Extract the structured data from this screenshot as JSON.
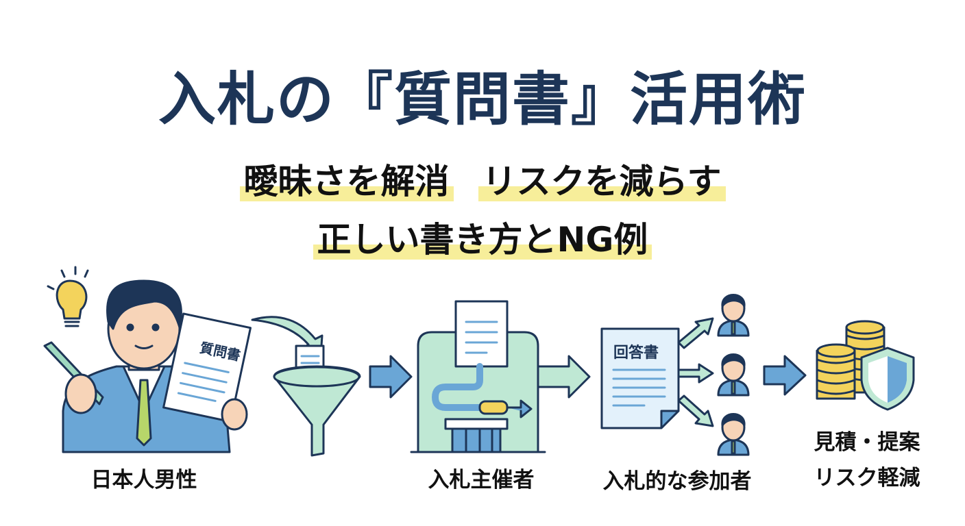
{
  "title": "入札の『質問書』活用術",
  "subtitle": {
    "line1_part1": "曖昧さを解消",
    "line1_part2": "リスクを減らす",
    "line2": "正しい書き方とNG例"
  },
  "flow": {
    "person_label": "日本人男性",
    "question_doc_text": "質問書",
    "organizer_label": "入札主催者",
    "answer_doc_text": "回答書",
    "participants_label": "入札的な参加者",
    "result_label_line1": "見積・提案",
    "result_label_line2": "リスク軽減"
  },
  "colors": {
    "title": "#1d3557",
    "highlight": "#f7ee9a",
    "suit_blue": "#6aa6d6",
    "mint": "#bfe8d4",
    "coin": "#f3d35c",
    "outline": "#1d3557"
  }
}
